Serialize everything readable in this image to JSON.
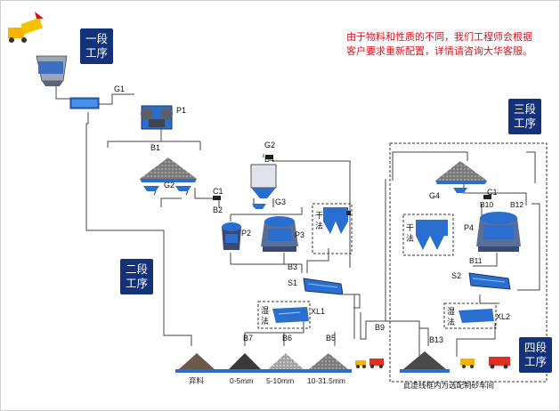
{
  "note": {
    "line1": "由于物料和性质的不同，我们工程师会根据",
    "line2": "客户要求重新配置，详情请咨询大华客服。"
  },
  "stages": {
    "s1": [
      "一段",
      "工序"
    ],
    "s2": [
      "二段",
      "工序"
    ],
    "s3": [
      "三段",
      "工序"
    ],
    "s4": [
      "四段",
      "工序"
    ]
  },
  "labels": {
    "G1": "G1",
    "P1": "P1",
    "B1": "B1",
    "G2a": "G2",
    "C1a": "C1",
    "B2": "B2",
    "G2b": "G2",
    "B4": "B4",
    "G3": "G3",
    "P2": "P2",
    "P3": "P3",
    "B3": "B3",
    "S1": "S1",
    "XL1": "XL1",
    "B7": "B7",
    "B6": "B6",
    "B5": "B5",
    "B9": "B9",
    "G4": "G4",
    "C1b": "C1",
    "B10": "B10",
    "B12": "B12",
    "P4": "P4",
    "B11": "B11",
    "S2": "S2",
    "XL2": "XL2",
    "B13": "B13"
  },
  "methods": {
    "dry1": [
      "干",
      "法"
    ],
    "wet1": [
      "湿",
      "法"
    ],
    "dry2": [
      "干",
      "法"
    ],
    "wet2": [
      "湿",
      "法"
    ]
  },
  "products": [
    "弃料",
    "0-5mm",
    "5-10mm",
    "10-31.5mm"
  ],
  "footer": "此虚线框内为选配制砂车间",
  "colors": {
    "stage_bg": "#13327a",
    "note": "#e0101e",
    "machine_blue": "#2a6fd0"
  }
}
